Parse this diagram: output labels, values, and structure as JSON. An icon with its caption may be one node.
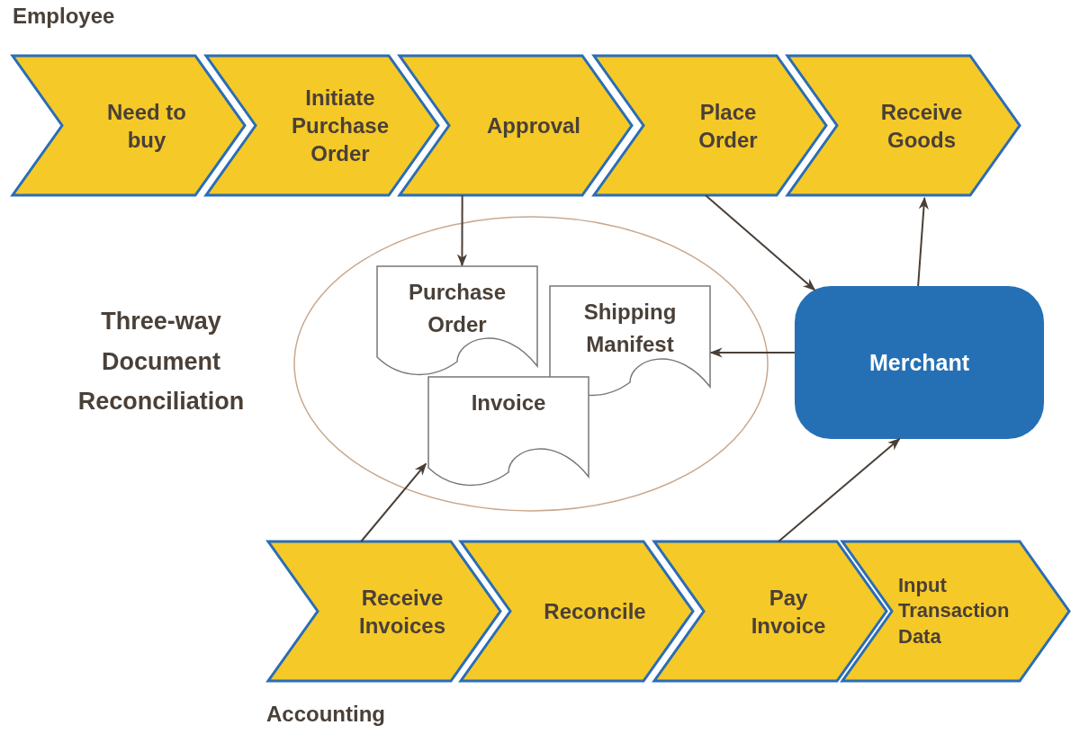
{
  "diagram": {
    "nodes": [
      {
        "text": [
          "Need to buy"
        ]
      },
      {
        "text": [
          "Initiate Purchase Order"
        ]
      },
      {
        "text": [
          "Approval"
        ]
      },
      {
        "text": [
          "Place Order"
        ]
      },
      {
        "text": [
          "Receive Goods"
        ]
      },
      {
        "text": [],
        "shape": "circle",
        "beside": [
          "Three-way Document Reconciliation"
        ]
      },
      {
        "text": [
          "Purchase Order"
        ],
        "in": 5
      },
      {
        "text": [
          "Shipping Manifest"
        ],
        "in": 5
      },
      {
        "text": [
          "Invoice"
        ],
        "in": 5
      },
      {
        "text": [
          "Merchant"
        ]
      },
      {
        "text": [
          "Receive Invoices"
        ]
      },
      {
        "text": [
          "Reconcile"
        ]
      },
      {
        "text": [
          "Pay Invoice"
        ]
      },
      {
        "text": [
          "Input Transaction Data"
        ]
      }
    ],
    "edges": [
      {
        "from": 2,
        "to": 6,
        "arrow": "to"
      },
      {
        "from": 3,
        "to": 9,
        "arrow": "to"
      },
      {
        "from": 9,
        "to": 4,
        "arrow": "to"
      },
      {
        "from": 9,
        "to": 7,
        "arrow": "to"
      },
      {
        "from": 10,
        "to": 8,
        "arrow": "to"
      },
      {
        "from": 12,
        "to": 9,
        "arrow": "to"
      }
    ],
    "labels": [
      "Employee",
      "Accounting"
    ]
  }
}
